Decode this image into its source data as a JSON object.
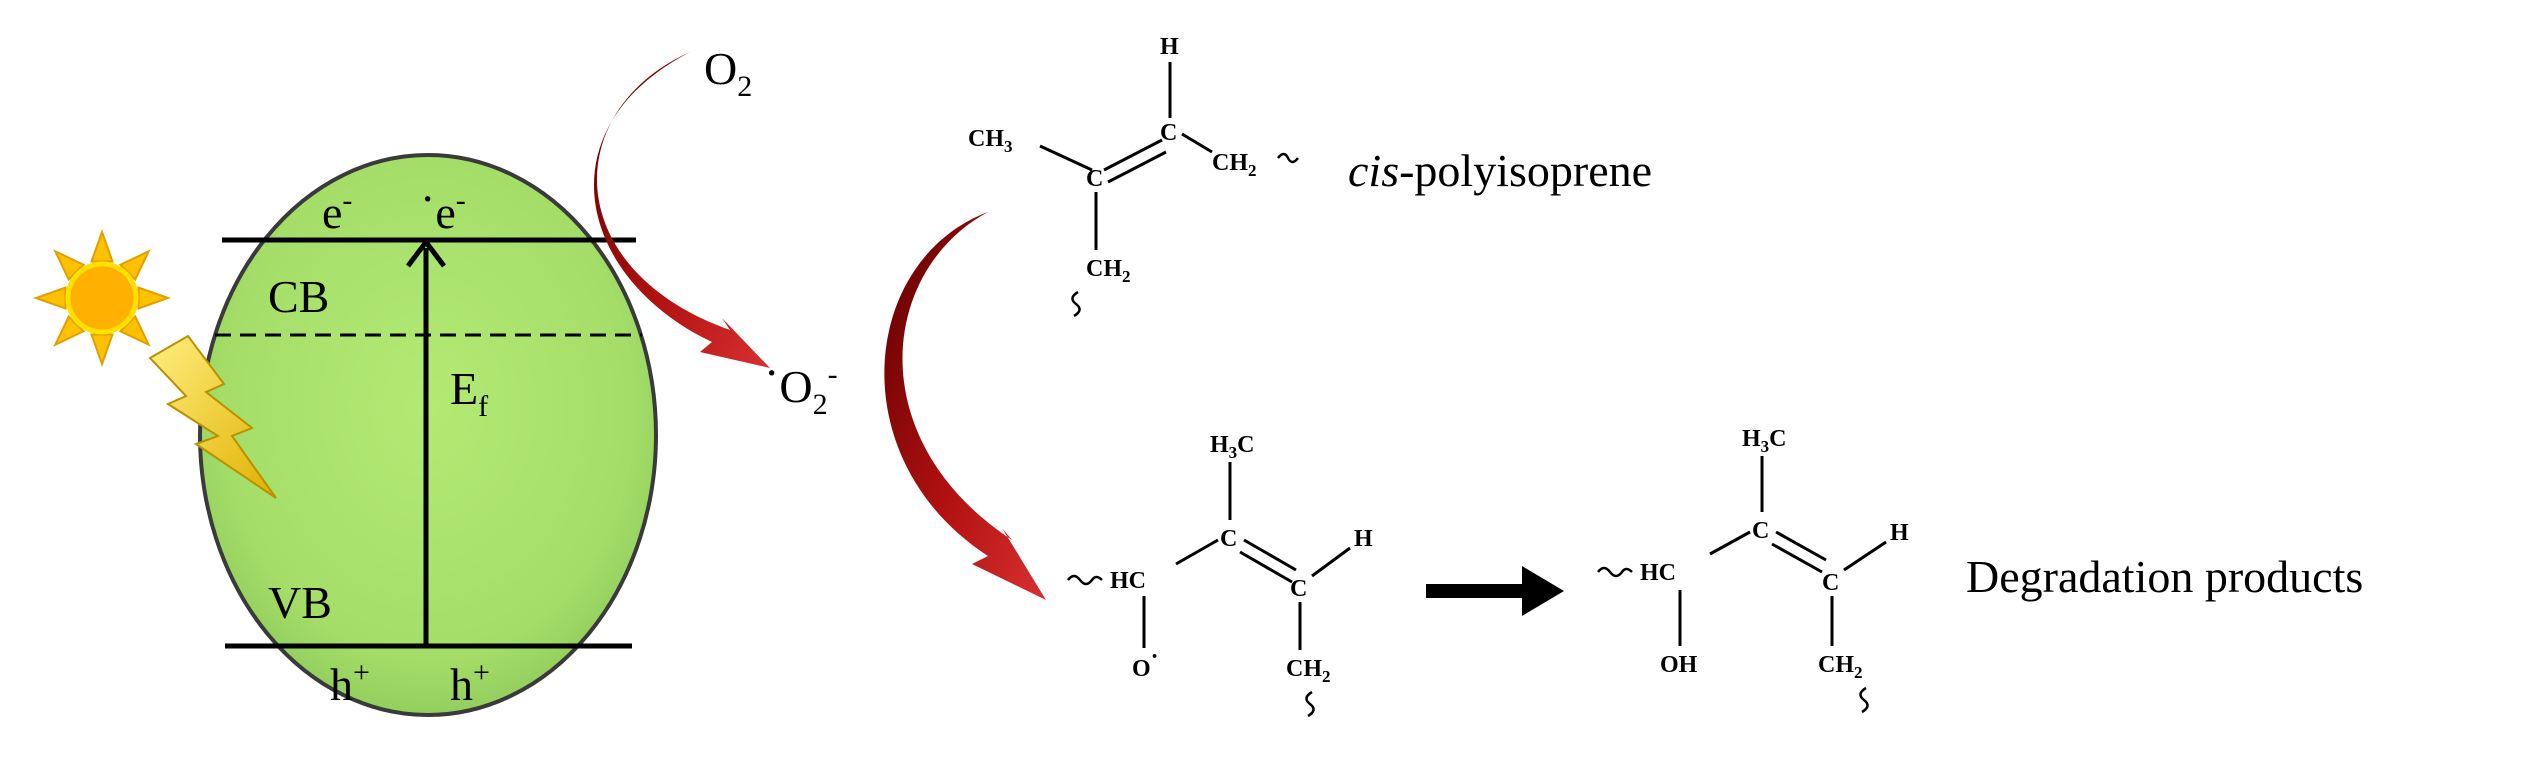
{
  "particle": {
    "cb_electron_left": "e",
    "cb_electron_right": "e",
    "cb_electron_dot": "·",
    "electron_charge": "-",
    "cb_label": "CB",
    "vb_label": "VB",
    "ef_label": "E",
    "ef_sub": "f",
    "hole": "h",
    "hole_charge": "+"
  },
  "oxygen": {
    "o2_base": "O",
    "o2_sub": "2",
    "superoxide_dot": "·",
    "superoxide_base": "O",
    "superoxide_sub": "2",
    "superoxide_charge": "-"
  },
  "polymer": {
    "name_italic": "cis",
    "name_rest": "-polyisoprene",
    "atoms": {
      "ch3": "CH",
      "ch3_sub": "3",
      "c": "C",
      "h": "H",
      "ch2": "CH",
      "ch2_sub": "2"
    }
  },
  "intermediate": {
    "h3c": "H",
    "h3c_sub": "3",
    "h3c_c": "C",
    "hc": "HC",
    "c": "C",
    "h": "H",
    "o_radical": "O",
    "o_dot": "·",
    "ch2": "CH",
    "ch2_sub": "2"
  },
  "product": {
    "h3c": "H",
    "h3c_sub": "3",
    "h3c_c": "C",
    "hc": "HC",
    "c": "C",
    "h": "H",
    "oh": "OH",
    "ch2": "CH",
    "ch2_sub": "2",
    "label": "Degradation products"
  },
  "colors": {
    "particle_fill": "#a8e06e",
    "sun": "#ffc000",
    "bolt": "#ffd400",
    "arrow_red": "#8b0000"
  },
  "icons": [
    "sun-icon",
    "lightning-icon"
  ]
}
